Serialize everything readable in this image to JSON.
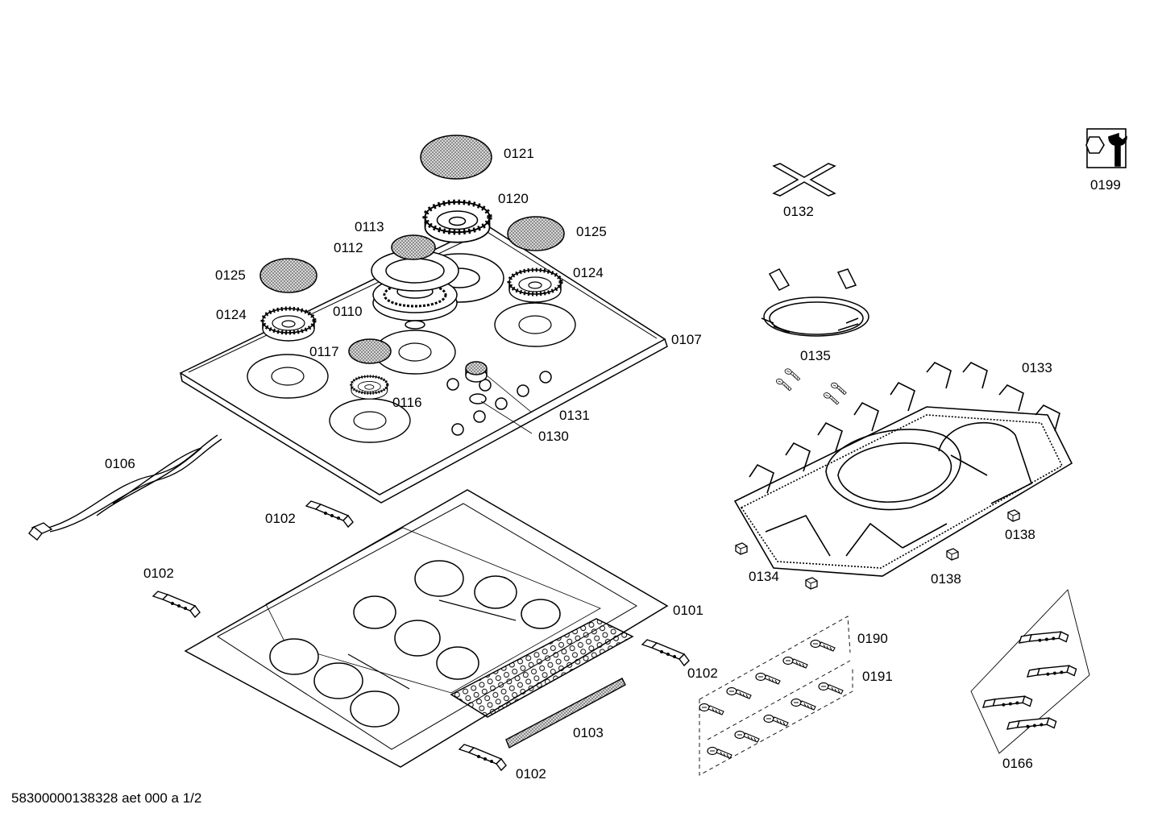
{
  "footer_text": "58300000138328 aet 000 a 1/2",
  "labels": [
    "0121",
    "0120",
    "0113",
    "0125",
    "0112",
    "0125",
    "0124",
    "0110",
    "0124",
    "0107",
    "0117",
    "0116",
    "0131",
    "0130",
    "0106",
    "0102",
    "0102",
    "0101",
    "0102",
    "0103",
    "0102",
    "0132",
    "0135",
    "0133",
    "0138",
    "0134",
    "0138",
    "0190",
    "0191",
    "0166",
    "0199"
  ],
  "colors": {
    "line": "#000000",
    "hatch": "#9a9a9a",
    "background": "#ffffff"
  },
  "icons": {
    "service_icon": "wrench-nut-icon"
  }
}
